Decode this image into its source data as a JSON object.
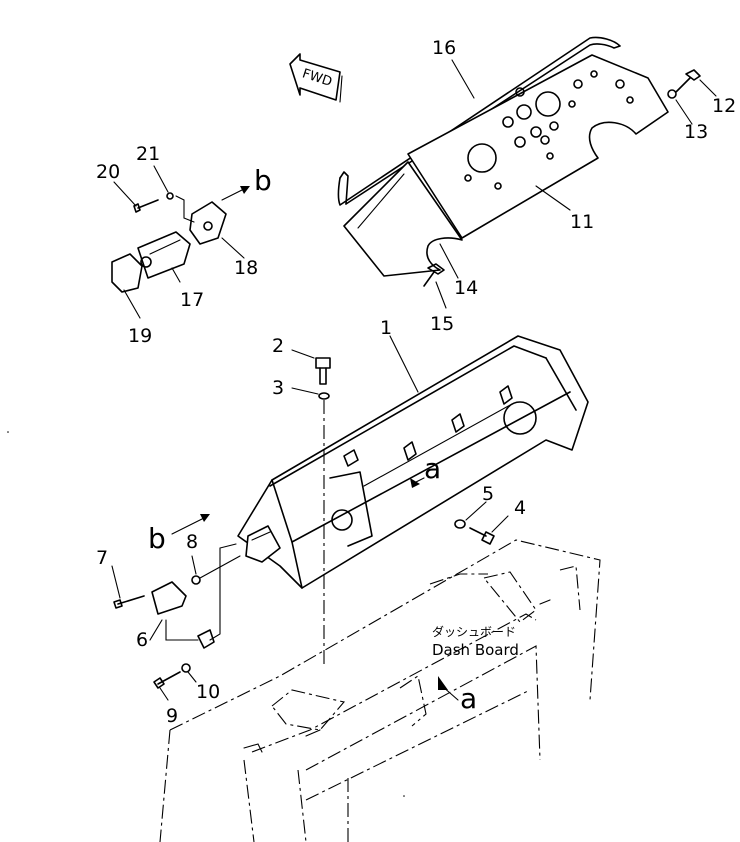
{
  "callouts": {
    "c1": "1",
    "c2": "2",
    "c3": "3",
    "c4": "4",
    "c5": "5",
    "c6": "6",
    "c7": "7",
    "c8": "8",
    "c9": "9",
    "c10": "10",
    "c11": "11",
    "c12": "12",
    "c13": "13",
    "c14": "14",
    "c15": "15",
    "c16": "16",
    "c17": "17",
    "c18": "18",
    "c19": "19",
    "c20": "20",
    "c21": "21"
  },
  "refs": {
    "a_top": "a",
    "a_bottom": "a",
    "b_top": "b",
    "b_left": "b"
  },
  "direction_label": "FWD",
  "dash_board": {
    "jp": "ダッシュボード",
    "en": "Dash Board"
  }
}
